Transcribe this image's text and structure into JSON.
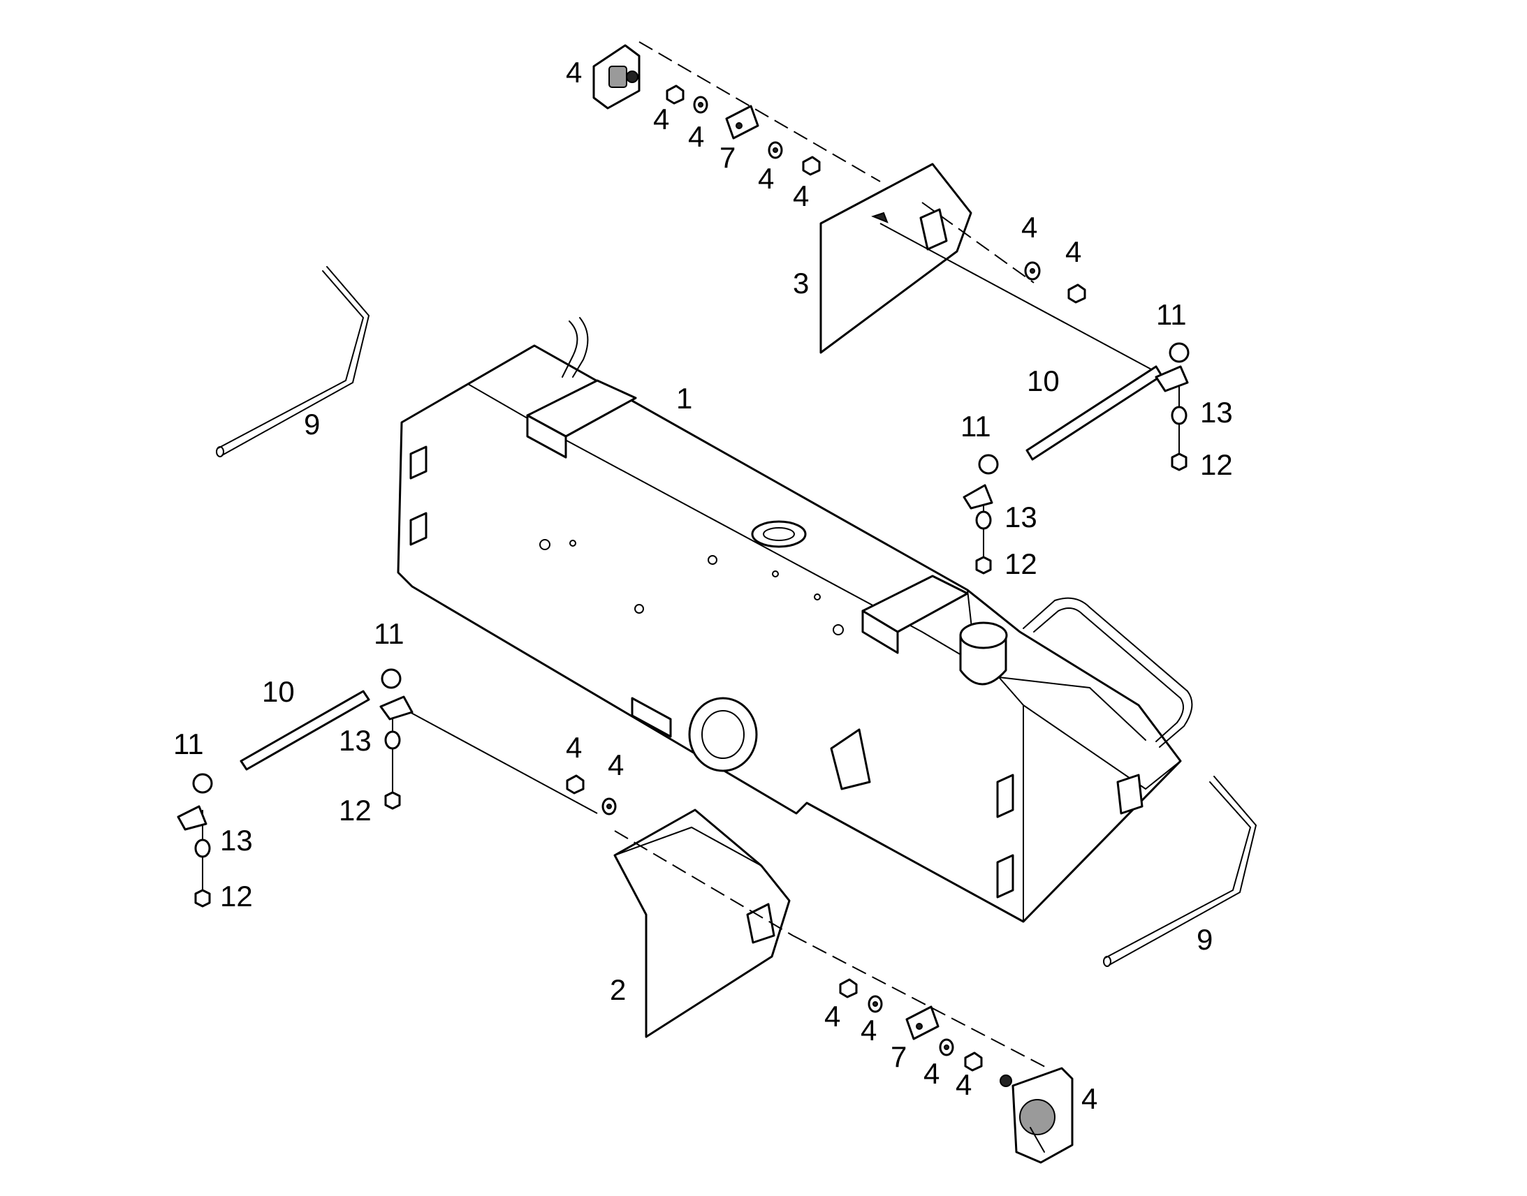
{
  "callouts": [
    {
      "id": "c4a",
      "label": "4"
    },
    {
      "id": "c4b",
      "label": "4"
    },
    {
      "id": "c4c",
      "label": "4"
    },
    {
      "id": "c7a",
      "label": "7"
    },
    {
      "id": "c4d",
      "label": "4"
    },
    {
      "id": "c4e",
      "label": "4"
    },
    {
      "id": "c4f",
      "label": "4"
    },
    {
      "id": "c4g",
      "label": "4"
    },
    {
      "id": "c3",
      "label": "3"
    },
    {
      "id": "c11a",
      "label": "11"
    },
    {
      "id": "c10a",
      "label": "10"
    },
    {
      "id": "c11b",
      "label": "11"
    },
    {
      "id": "c13a",
      "label": "13"
    },
    {
      "id": "c12a",
      "label": "12"
    },
    {
      "id": "c13b",
      "label": "13"
    },
    {
      "id": "c12b",
      "label": "12"
    },
    {
      "id": "c9a",
      "label": "9"
    },
    {
      "id": "c1",
      "label": "1"
    },
    {
      "id": "c11c",
      "label": "11"
    },
    {
      "id": "c10b",
      "label": "10"
    },
    {
      "id": "c11d",
      "label": "11"
    },
    {
      "id": "c13c",
      "label": "13"
    },
    {
      "id": "c12c",
      "label": "12"
    },
    {
      "id": "c13d",
      "label": "13"
    },
    {
      "id": "c12d",
      "label": "12"
    },
    {
      "id": "c4h",
      "label": "4"
    },
    {
      "id": "c4i",
      "label": "4"
    },
    {
      "id": "c2",
      "label": "2"
    },
    {
      "id": "c9b",
      "label": "9"
    },
    {
      "id": "c4j",
      "label": "4"
    },
    {
      "id": "c4k",
      "label": "4"
    },
    {
      "id": "c7b",
      "label": "7"
    },
    {
      "id": "c4l",
      "label": "4"
    },
    {
      "id": "c4m",
      "label": "4"
    },
    {
      "id": "c4n",
      "label": "4"
    }
  ]
}
